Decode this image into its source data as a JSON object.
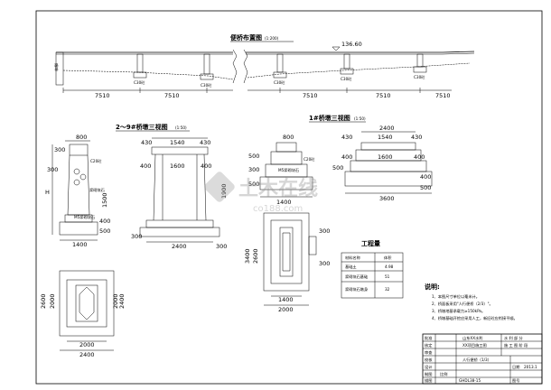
{
  "elevation": {
    "title": "便桥布置图",
    "scale": "(1:200)",
    "water_level": "136.60",
    "left_side_label": "路基",
    "spans": [
      "7510",
      "7510",
      "7510",
      "7510",
      "7510"
    ],
    "pier_labels": [
      "C30砼",
      "C30砼",
      "C30砼",
      "C30砼",
      "C30砼"
    ]
  },
  "pier_view_2_9": {
    "title": "2～9#桥墩三视图",
    "scale": "(1:50)",
    "dims_top": [
      "430",
      "1540",
      "430"
    ],
    "dims_mid": [
      "400",
      "1600",
      "400"
    ],
    "dims_base": "2400",
    "dims_base_sides": [
      "300",
      "300"
    ],
    "height_total": "1900",
    "side_dims": [
      "300",
      "500",
      "400",
      "1500"
    ],
    "side_width_top": "800",
    "side_width_bottom": "1400",
    "side_left_dims": [
      "300",
      "H"
    ],
    "side_labels": [
      "C20砼",
      "浆砌块石",
      "M5浆砌块石"
    ],
    "plan_dims_h": [
      "2600",
      "2000"
    ],
    "plan_dims_v": [
      "2400",
      "2000"
    ],
    "plan_dims_bottom": [
      "2000",
      "2400"
    ]
  },
  "pier_view_1": {
    "title": "1#桥墩三视图",
    "scale": "(1:50)",
    "dims_top": [
      "430",
      "1540",
      "430"
    ],
    "dims_mid": [
      "400",
      "1600",
      "400"
    ],
    "dims_base": "2400",
    "dims_base_width": "3600",
    "side_dims": [
      "500",
      "400",
      "500"
    ],
    "front_side_labels": [
      "C20砼",
      "M5浆砌块石"
    ],
    "front_top": "800",
    "front_bottom": "1400",
    "plan_dims": [
      "3400",
      "2600",
      "1400",
      "2000"
    ],
    "side_dims_right": [
      "300",
      "300"
    ],
    "side_left_dims": [
      "500",
      "300",
      "500"
    ]
  },
  "quantity_table": {
    "title": "工程量",
    "headers": [
      "材料名称",
      "体积"
    ],
    "rows": [
      [
        "基础土",
        "4.98"
      ],
      [
        "浆砌块石基础",
        "51"
      ],
      [
        "浆砌块石墩身",
        "32"
      ]
    ]
  },
  "notes": {
    "title": "说明:",
    "items": [
      "1、本图尺寸单位以毫米计。",
      "2、桥面板采用\"人行便桥（2/3）\"。",
      "3、桥墩地基承载力≥150kPa。",
      "4、桥墩基础开挖应采用人工，新旧砼应衔接平顺。"
    ]
  },
  "title_block": {
    "project_line1": "山东XX水利",
    "project_line2": "XX项目施工图",
    "drawing_name": "人行便桥（1/3）",
    "date": "2013.1",
    "drawing_no": "GHDL38-15",
    "row_labels": [
      "批准",
      "核定",
      "审查",
      "校核",
      "设计",
      "制图",
      "描图"
    ],
    "right_labels": [
      "水 利 部 分",
      "施 工 图 阶 段"
    ],
    "scale_text": "比例",
    "date_label": "日期",
    "drawing_no_label": "图号"
  },
  "watermark": {
    "brand": "土木在线",
    "url": "co188.com"
  }
}
